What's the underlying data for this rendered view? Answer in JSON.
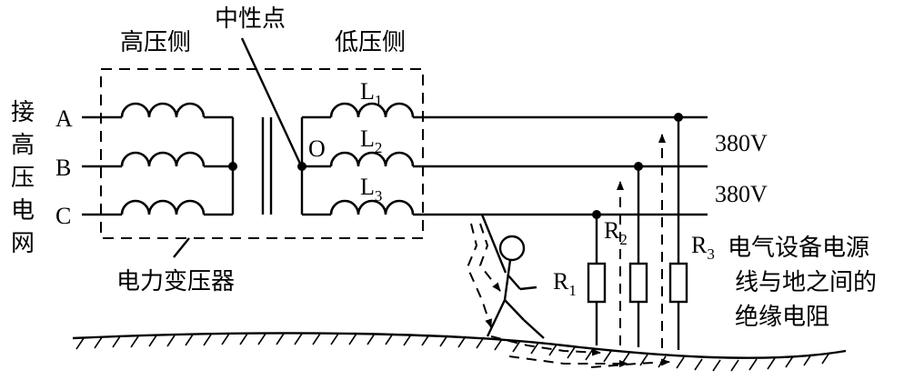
{
  "labels": {
    "high_side": "高压侧",
    "neutral_point": "中性点",
    "low_side": "低压侧",
    "grid_chars": [
      "接",
      "高",
      "压",
      "电",
      "网"
    ],
    "transformer": "电力变压器",
    "neutral_O": "O",
    "voltage_1": "380V",
    "voltage_2": "380V",
    "insulation_lines": [
      "电气设备电源",
      "线与地之间的",
      "绝缘电阻"
    ]
  },
  "phases": [
    {
      "name": "A"
    },
    {
      "name": "B"
    },
    {
      "name": "C"
    }
  ],
  "low_windings": [
    {
      "base": "L",
      "sub": "1"
    },
    {
      "base": "L",
      "sub": "2"
    },
    {
      "base": "L",
      "sub": "3"
    }
  ],
  "resistors": [
    {
      "base": "R",
      "sub": "1"
    },
    {
      "base": "R",
      "sub": "2"
    },
    {
      "base": "R",
      "sub": "3"
    }
  ]
}
